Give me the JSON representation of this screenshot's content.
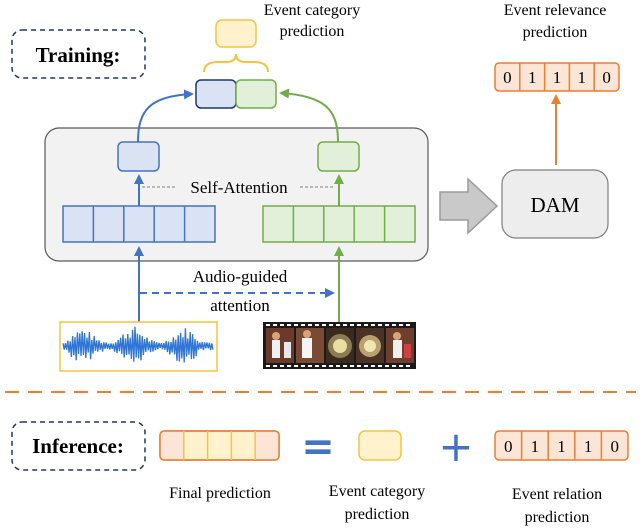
{
  "training": {
    "label": "Training:",
    "event_category_prediction": [
      "Event category",
      "prediction"
    ],
    "event_relevance_prediction": [
      "Event relevance",
      "prediction"
    ],
    "relevance_values": [
      "0",
      "1",
      "1",
      "1",
      "0"
    ],
    "self_attention_label": "Self-Attention",
    "audio_guided_attention": [
      "Audio-guided",
      "attention"
    ],
    "dam_label": "DAM"
  },
  "inference": {
    "label": "Inference:",
    "equals": "=",
    "plus": "+",
    "final_prediction": "Final prediction",
    "event_category_prediction": [
      "Event category",
      "prediction"
    ],
    "event_relation_prediction": [
      "Event relation",
      "prediction"
    ],
    "relation_values": [
      "0",
      "1",
      "1",
      "1",
      "0"
    ]
  },
  "colors": {
    "blue": "#4472c4",
    "blue_fill": "#dae3f3",
    "green": "#70ad47",
    "green_fill": "#e2f0d9",
    "orange": "#ed7d31",
    "orange_fill": "#fbe5d6",
    "yellow_fill": "#fff2cc",
    "yellow_stroke": "#f5c342",
    "navy": "#203864",
    "gray_arrow": "#a6a6a6",
    "panel_fill": "#f2f2f2"
  },
  "icons": [
    "audio-waveform-image",
    "video-frames-image"
  ]
}
